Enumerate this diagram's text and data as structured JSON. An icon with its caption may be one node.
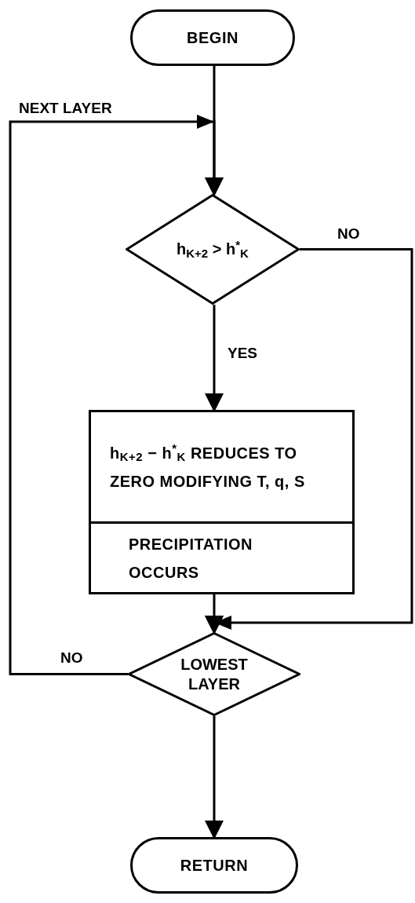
{
  "diagram": {
    "nodes": [
      {
        "text": [
          "BEGIN"
        ]
      },
      {
        "text": [
          "h$_{K+2}$ > h$^{*}$$_{K}$"
        ]
      },
      {
        "text": [
          "h$_{K+2}$ − h$^{*}$$_{K}$ REDUCES TO ZERO MODIFYING T, q, S",
          "PRECIPITATION OCCURS"
        ]
      },
      {
        "text": [
          "LOWEST LAYER"
        ]
      },
      {
        "text": [
          "RETURN"
        ]
      }
    ],
    "edges": [
      {
        "from": 0,
        "to": 1,
        "arrow": "to"
      },
      {
        "from": 1,
        "to": 2,
        "arrow": "to",
        "label": "YES"
      },
      {
        "from": 1,
        "to": 3,
        "arrow": "to",
        "label": "NO"
      },
      {
        "from": 2,
        "to": 3,
        "arrow": "to"
      },
      {
        "from": 3,
        "to": 1,
        "arrow": "to",
        "label": "NO"
      },
      {
        "from": 3,
        "to": 4,
        "arrow": "to"
      }
    ],
    "labels": [
      "NEXT LAYER"
    ]
  }
}
